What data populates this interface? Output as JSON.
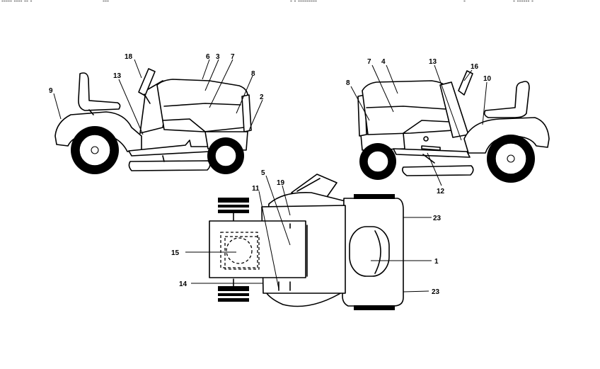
{
  "header": {
    "fragments": [
      "----- ---- -- -",
      "---",
      "- -  ---------",
      "-",
      "- ------ -"
    ]
  },
  "callouts": {
    "left_view": {
      "c18": "18",
      "c6": "6",
      "c3": "3",
      "c7": "7",
      "c8": "8",
      "c13": "13",
      "c9": "9",
      "c2": "2"
    },
    "right_view": {
      "c7": "7",
      "c4": "4",
      "c13": "13",
      "c16": "16",
      "c8": "8",
      "c10": "10",
      "c12": "12"
    },
    "top_view": {
      "c5": "5",
      "c19": "19",
      "c11": "11",
      "c15": "15",
      "c14": "14",
      "c1": "1",
      "c23_top": "23",
      "c23_bottom": "23"
    }
  }
}
